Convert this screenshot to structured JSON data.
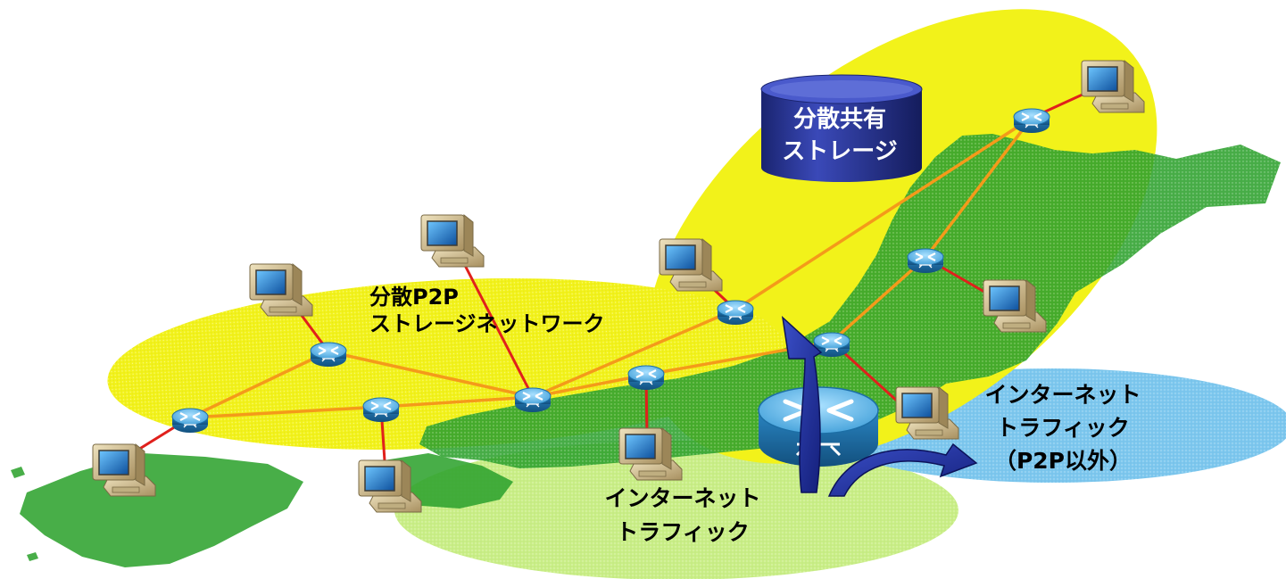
{
  "colors": {
    "land": "#2fa32f",
    "land_dark": "#178a17",
    "p2p_zone": "#f2f21a",
    "green_zone": "#c9ee86",
    "blue_zone": "#7cc7ee",
    "link_orange": "#f49a1a",
    "link_red": "#e0201c",
    "router_body": "#1d6fa6",
    "router_top": "#5fb8e8",
    "storage_body": "#27338f",
    "arrow": "#1f2e96",
    "pc_case": "#d4c49a",
    "pc_screen": "#1a7fd1"
  },
  "icons": {
    "router": "router-icon",
    "computer": "desktop-computer-icon",
    "storage": "storage-cylinder-icon",
    "arrow": "curved-arrow-icon",
    "gateway": "gateway-router-icon"
  },
  "labels": {
    "p2p_line1": "分散P2P",
    "p2p_line2": "ストレージネットワーク",
    "storage_line1": "分散共有",
    "storage_line2": "ストレージ",
    "traffic_green_line1": "インターネット",
    "traffic_green_line2": "トラフィック",
    "traffic_blue_line1": "インターネット",
    "traffic_blue_line2": "トラフィック",
    "traffic_blue_line3": "（P2P以外）"
  }
}
